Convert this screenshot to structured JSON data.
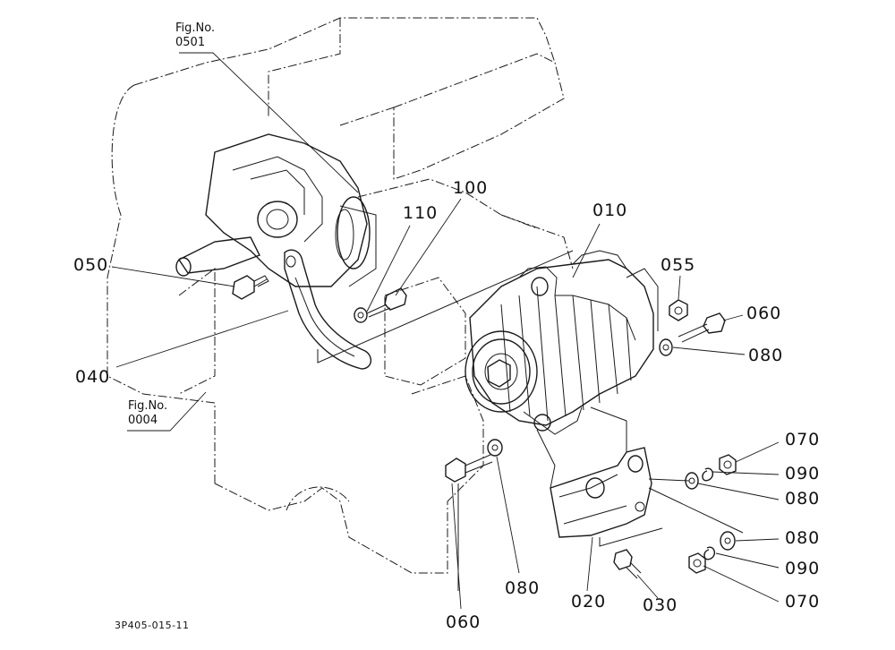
{
  "callouts": {
    "c010": "010",
    "c020": "020",
    "c030": "030",
    "c040": "040",
    "c050": "050",
    "c055": "055",
    "c060a": "060",
    "c060b": "060",
    "c070a": "070",
    "c070b": "070",
    "c080a": "080",
    "c080b": "080",
    "c080c": "080",
    "c080d": "080",
    "c090a": "090",
    "c090b": "090",
    "c100": "100",
    "c110": "110"
  },
  "figure_refs": {
    "top": {
      "label": "Fig.No.",
      "number": "0501"
    },
    "left": {
      "label": "Fig.No.",
      "number": "0004"
    }
  },
  "drawing_code": "3P405-015-11"
}
